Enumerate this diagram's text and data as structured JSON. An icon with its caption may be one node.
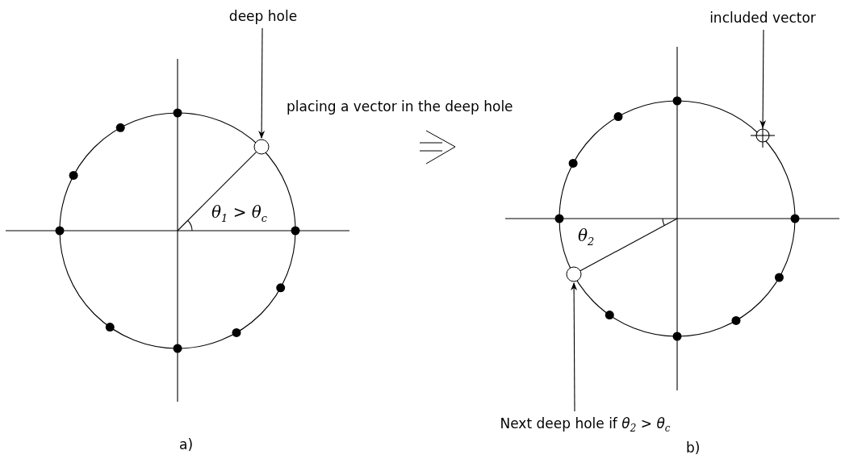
{
  "diagram": {
    "nodes": [
      {
        "text": [
          "deep hole"
        ]
      },
      {
        "text": [],
        "shape": "circle"
      },
      {
        "text": [
          "included vector"
        ]
      },
      {
        "text": [],
        "shape": "crosshair"
      },
      {
        "text": [
          "Next deep hole if *θ*$_{2}$ > *θ*$_{c}$"
        ]
      },
      {
        "text": [],
        "shape": "circle"
      }
    ],
    "edges": [
      {
        "from": 0,
        "to": 1,
        "arrow": "to"
      },
      {
        "from": 2,
        "to": 3,
        "arrow": "to"
      },
      {
        "from": 4,
        "to": 5,
        "arrow": "to"
      }
    ],
    "labels": [
      "placing a vector in the deep hole",
      "*θ*$_{1}$ > *θ*$_{c}$",
      "*θ*$_{2}$",
      "a)",
      "b)"
    ]
  }
}
